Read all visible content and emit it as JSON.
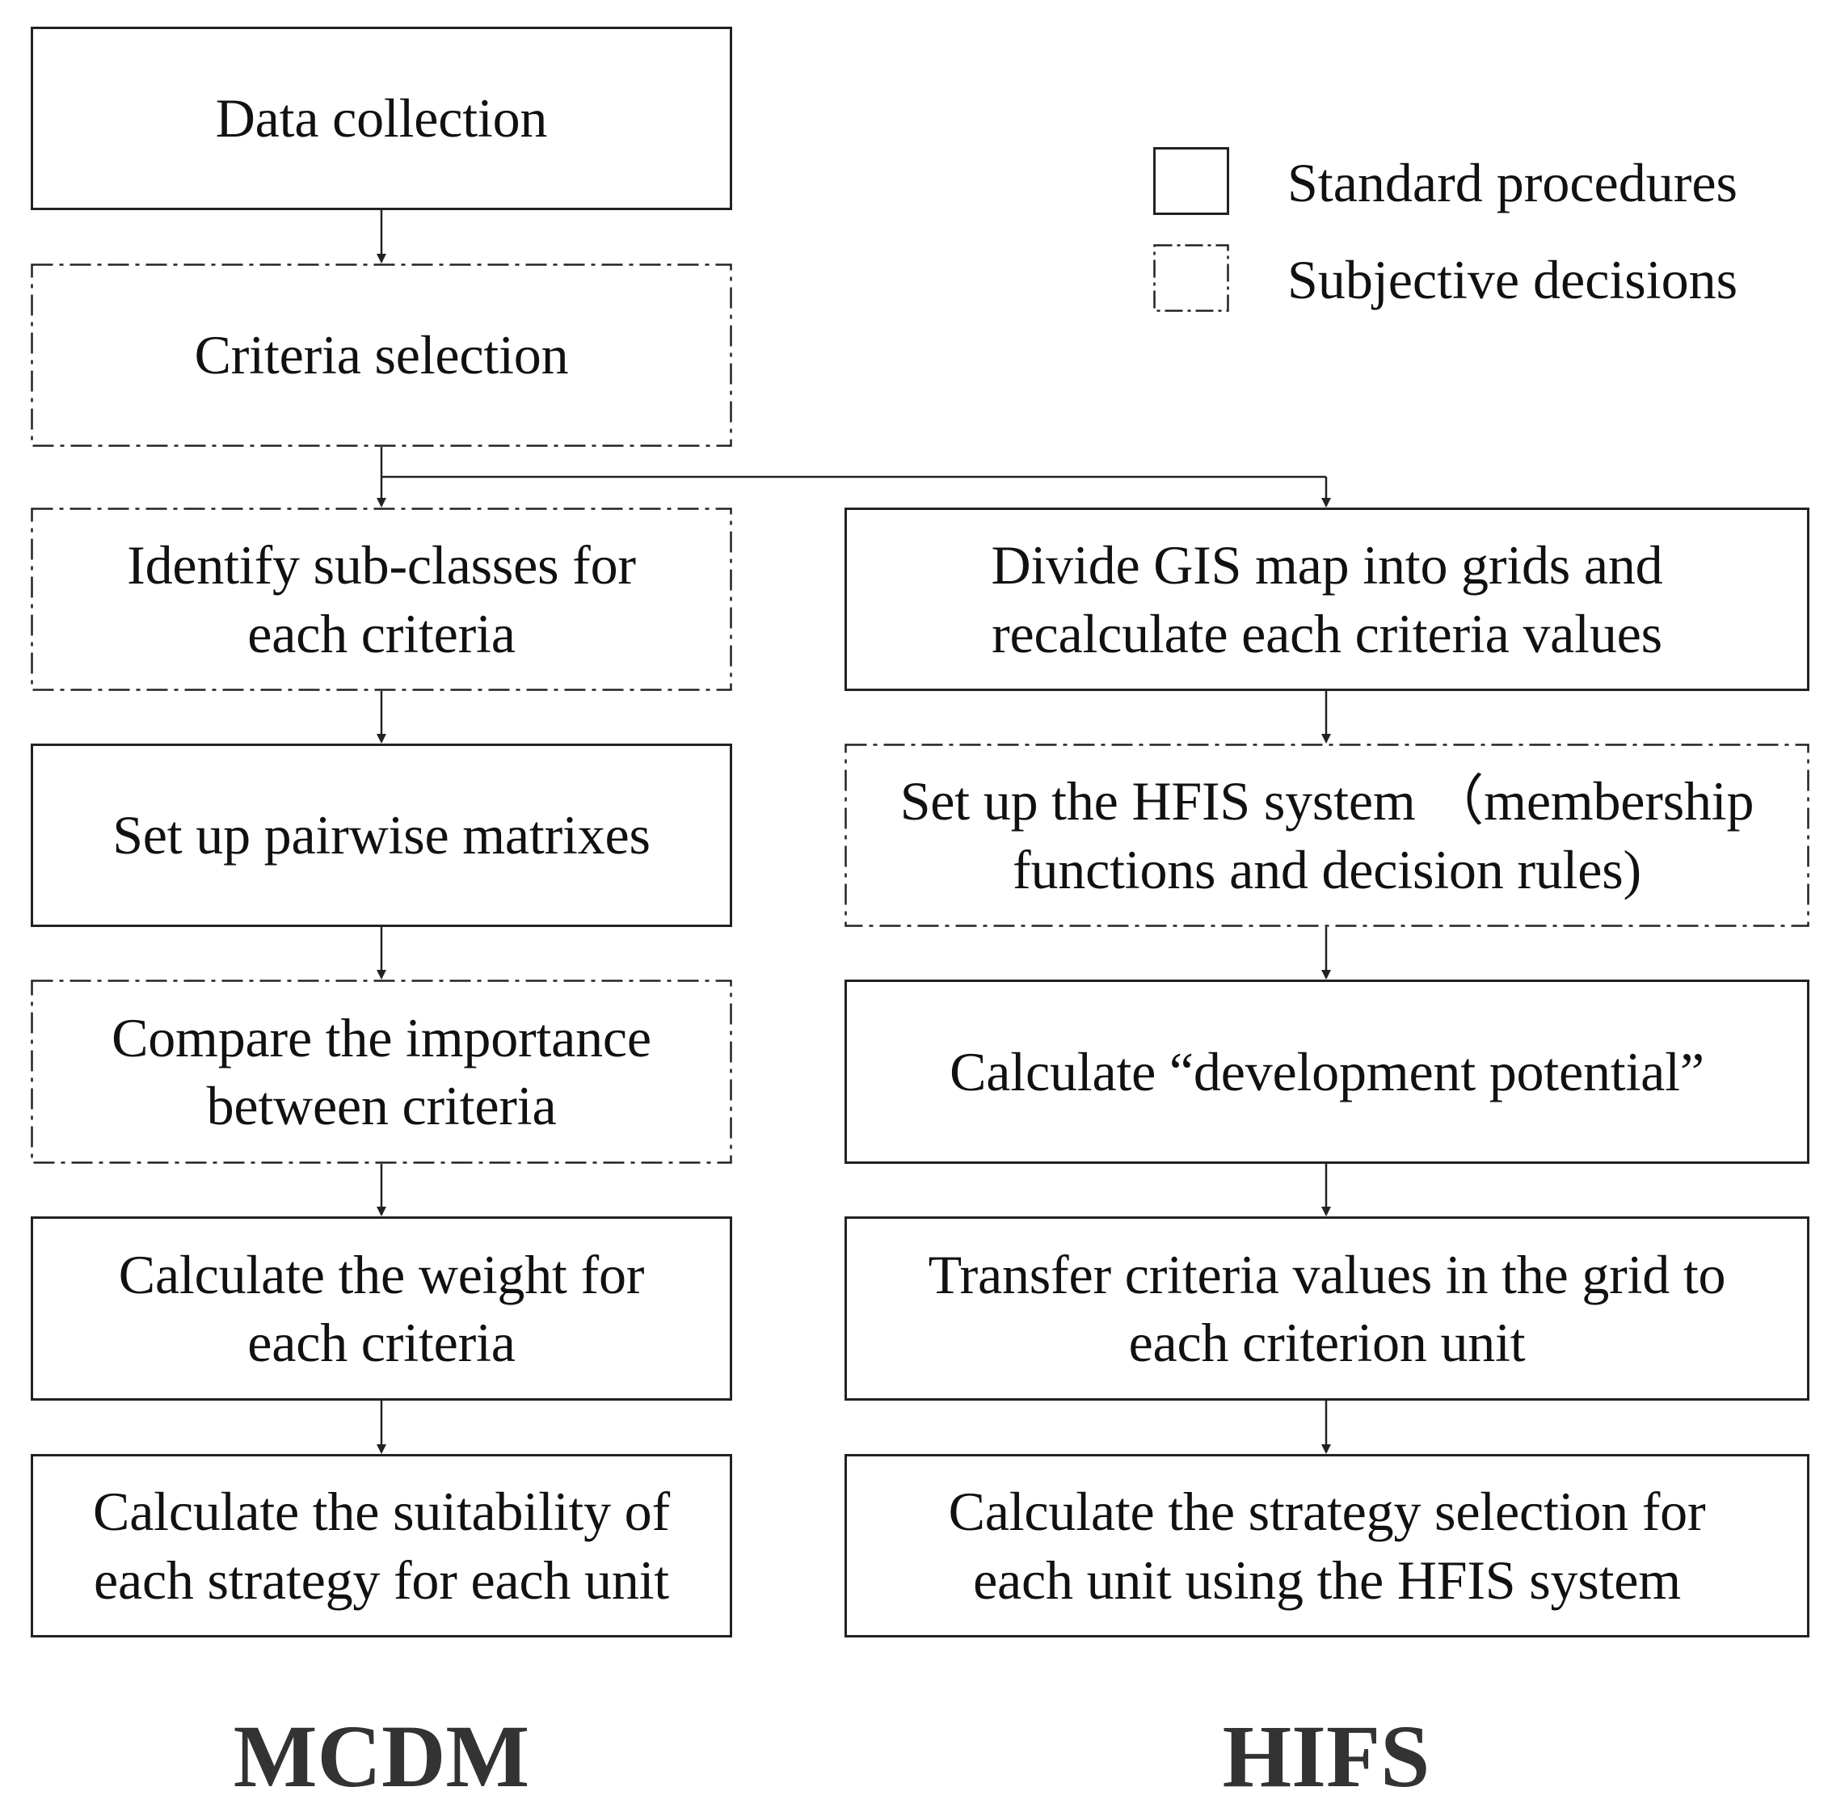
{
  "legend": {
    "standard_label": "Standard procedures",
    "subjective_label": "Subjective decisions"
  },
  "mcdm": {
    "title": "MCDM",
    "steps": [
      {
        "text": "Data collection",
        "type": "standard"
      },
      {
        "text": "Criteria selection",
        "type": "subjective"
      },
      {
        "text": "Identify sub-classes for each criteria",
        "type": "subjective"
      },
      {
        "text": "Set up pairwise matrixes",
        "type": "standard"
      },
      {
        "text": "Compare the importance between criteria",
        "type": "subjective"
      },
      {
        "text": "Calculate the weight for each criteria",
        "type": "standard"
      },
      {
        "text": "Calculate the suitability of each strategy for each unit",
        "type": "standard"
      }
    ]
  },
  "hifs": {
    "title": "HIFS",
    "steps": [
      {
        "text": "Divide GIS map into grids and recalculate each criteria values",
        "type": "standard"
      },
      {
        "text": "Set up the HFIS system （membership functions and decision rules)",
        "type": "subjective"
      },
      {
        "text": "Calculate “development potential”",
        "type": "standard"
      },
      {
        "text": "Transfer criteria values in the grid to each criterion unit",
        "type": "standard"
      },
      {
        "text": "Calculate the strategy selection for each unit using the HFIS system",
        "type": "standard"
      }
    ]
  }
}
